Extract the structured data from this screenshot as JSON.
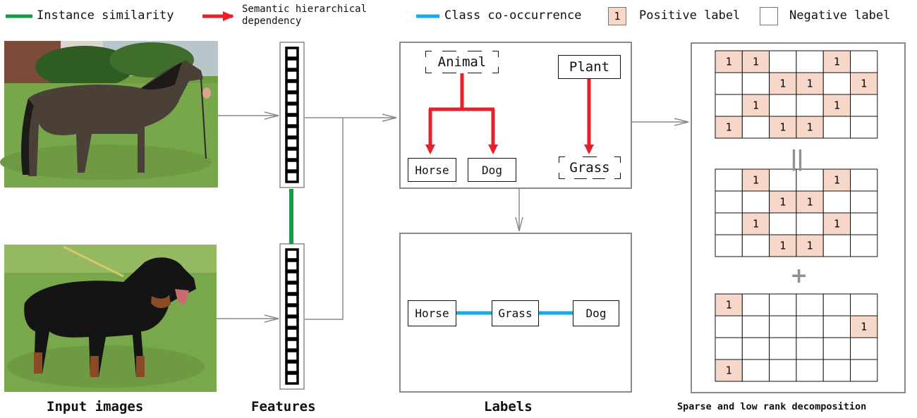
{
  "legend": {
    "instance_similarity": "Instance similarity",
    "semantic_dependency": "Semantic hierarchical dependency",
    "class_cooccurrence": "Class co-occurrence",
    "positive_box": "1",
    "positive_label": "Positive label",
    "negative_label": "Negative label"
  },
  "colors": {
    "instance_similarity": "#1a9a46",
    "semantic_dependency": "#e8202a",
    "class_cooccurrence": "#1aa9e1",
    "positive_fill": "#f6d7c9",
    "connector": "#8a8a8a"
  },
  "hierarchy": {
    "animal": "Animal",
    "plant": "Plant",
    "horse": "Horse",
    "dog": "Dog",
    "grass": "Grass"
  },
  "cooccurrence": {
    "horse": "Horse",
    "grass": "Grass",
    "dog": "Dog"
  },
  "captions": {
    "input_images": "Input images",
    "features": "Features",
    "labels": "Labels",
    "decomposition": "Sparse and low rank decomposition"
  },
  "equals_symbol": "||",
  "plus_symbol": "+",
  "matrices": {
    "label_matrix": [
      [
        1,
        1,
        0,
        0,
        1,
        0
      ],
      [
        0,
        0,
        1,
        1,
        0,
        1
      ],
      [
        0,
        1,
        0,
        0,
        1,
        0
      ],
      [
        1,
        0,
        1,
        1,
        0,
        0
      ]
    ],
    "low_rank": [
      [
        0,
        1,
        0,
        0,
        1,
        0
      ],
      [
        0,
        0,
        1,
        1,
        0,
        0
      ],
      [
        0,
        1,
        0,
        0,
        1,
        0
      ],
      [
        0,
        0,
        1,
        1,
        0,
        0
      ]
    ],
    "sparse": [
      [
        1,
        0,
        0,
        0,
        0,
        0
      ],
      [
        0,
        0,
        0,
        0,
        0,
        1
      ],
      [
        0,
        0,
        0,
        0,
        0,
        0
      ],
      [
        1,
        0,
        0,
        0,
        0,
        0
      ]
    ]
  }
}
